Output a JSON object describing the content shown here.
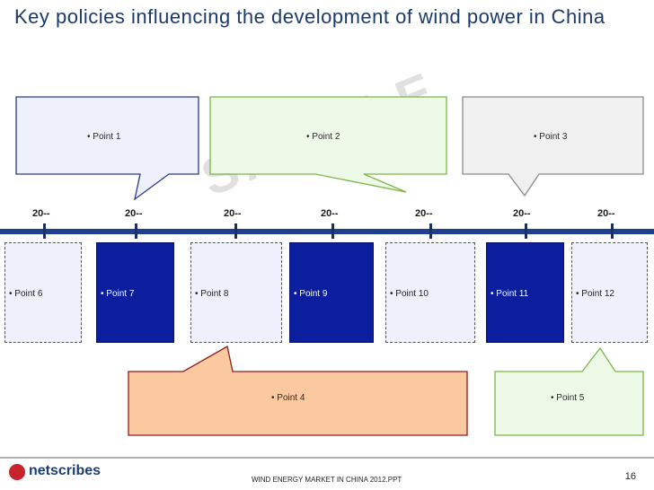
{
  "title": "Key policies influencing the development of wind power in China",
  "watermark": "SAMPLE",
  "callouts_top": [
    {
      "label": "• Point 1",
      "fill": "#eef0fb",
      "stroke": "#2a3a8a"
    },
    {
      "label": "• Point 2",
      "fill": "#eefae8",
      "stroke": "#7ab648"
    },
    {
      "label": "• Point 3",
      "fill": "#f0f0f0",
      "stroke": "#8a8a8a"
    }
  ],
  "callouts_bottom": [
    {
      "label": "• Point 4",
      "fill": "#fbc9a0",
      "stroke": "#8b1d1d"
    },
    {
      "label": "• Point 5",
      "fill": "#eefae8",
      "stroke": "#7ab648"
    }
  ],
  "timeline": {
    "years": [
      "20--",
      "20--",
      "20--",
      "20--",
      "20--",
      "20--",
      "20--"
    ],
    "color": "#1f3f8f"
  },
  "boxes": [
    {
      "label": "• Point 6",
      "style": "light"
    },
    {
      "label": "• Point 7",
      "style": "dark"
    },
    {
      "label": "• Point 8",
      "style": "light"
    },
    {
      "label": "• Point 9",
      "style": "dark"
    },
    {
      "label": "• Point 10",
      "style": "light"
    },
    {
      "label": "• Point 11",
      "style": "dark"
    },
    {
      "label": "• Point 12",
      "style": "light"
    }
  ],
  "footer": {
    "logo_text": "netscribes",
    "document": "WIND ENERGY  MARKET IN CHINA 2012.PPT",
    "page_number": "16"
  }
}
